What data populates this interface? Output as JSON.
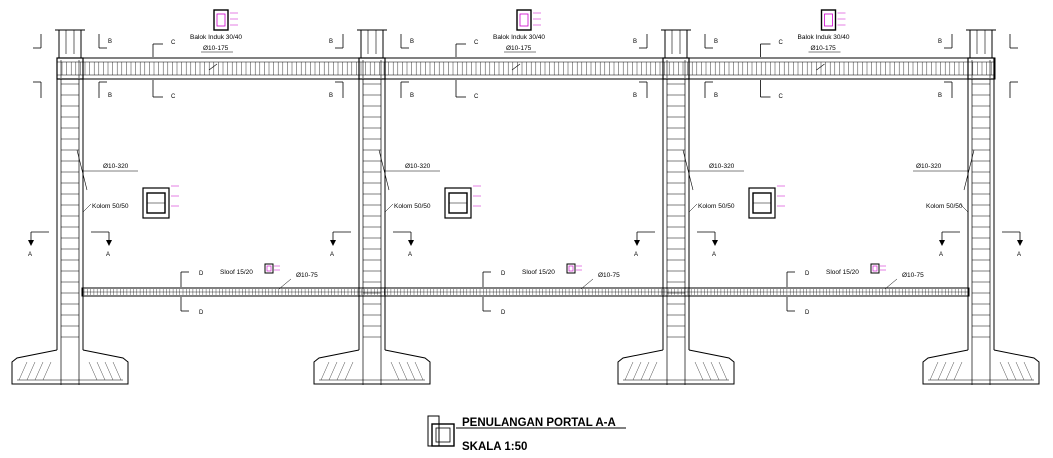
{
  "drawing": {
    "title": "PENULANGAN PORTAL A-A",
    "scale": "SKALA 1:50"
  },
  "beam": {
    "name": "Balok Induk 30/40",
    "stirrup": "Ø10-175"
  },
  "column": {
    "name": "Kolom 50/50",
    "stirrup": "Ø10-320"
  },
  "sloof": {
    "name": "Sloof 15/20",
    "stirrup": "Ø10-75"
  },
  "section_marks": {
    "a": "A",
    "b": "B",
    "c": "C",
    "d": "D"
  },
  "colors": {
    "line": "#000000",
    "annotation": "#cc00cc"
  }
}
